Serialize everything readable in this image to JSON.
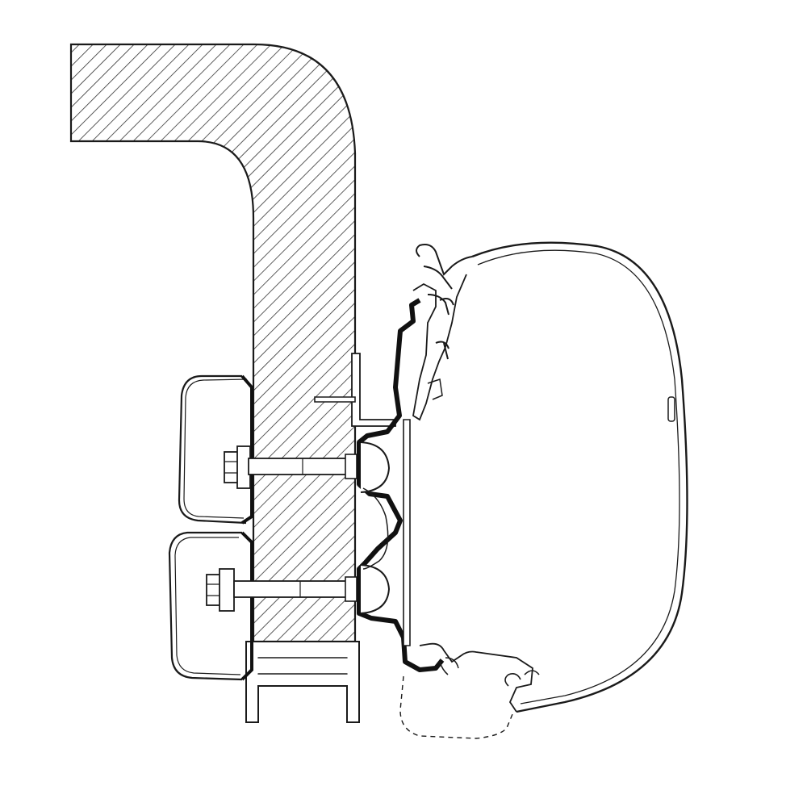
{
  "colors": {
    "ink": "#1a1a1a",
    "paper": "#ffffff",
    "gasket": "#111111"
  },
  "parts": {
    "roof_frame": "vehicle-roof-frame",
    "upper_bracket": "upper-roof-bracket",
    "lower_bracket": "lower-roof-bracket",
    "upper_bolt": "upper-bolt",
    "lower_bolt": "lower-bolt",
    "adapter_plate": "adapter-plate",
    "awning_case": "awning-cassette"
  }
}
